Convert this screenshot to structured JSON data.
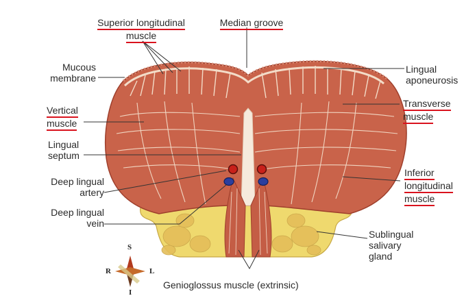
{
  "labels": {
    "superior_longitudinal": [
      "Superior longitudinal",
      "muscle"
    ],
    "median_groove": "Median groove",
    "mucous_membrane": [
      "Mucous",
      "membrane"
    ],
    "lingual_aponeurosis": [
      "Lingual",
      "aponeurosis"
    ],
    "vertical_muscle": [
      "Vertical",
      "muscle"
    ],
    "transverse_muscle": [
      "Transverse",
      "muscle"
    ],
    "lingual_septum": [
      "Lingual",
      "septum"
    ],
    "inferior_longitudinal": [
      "Inferior",
      "longitudinal",
      "muscle"
    ],
    "deep_lingual_artery": [
      "Deep lingual",
      "artery"
    ],
    "deep_lingual_vein": [
      "Deep lingual",
      "vein"
    ],
    "sublingual_gland": [
      "Sublingual",
      "salivary",
      "gland"
    ],
    "genioglossus": "Genioglossus muscle (extrinsic)"
  },
  "compass": {
    "s": "S",
    "r": "R",
    "l": "L",
    "i": "I"
  },
  "colors": {
    "muscle": "#c9634a",
    "fiber": "#f3dcc8",
    "gland": "#efd96e",
    "underline": "#d9121d",
    "artery": "#c8201a",
    "vein": "#2a3e9e"
  }
}
